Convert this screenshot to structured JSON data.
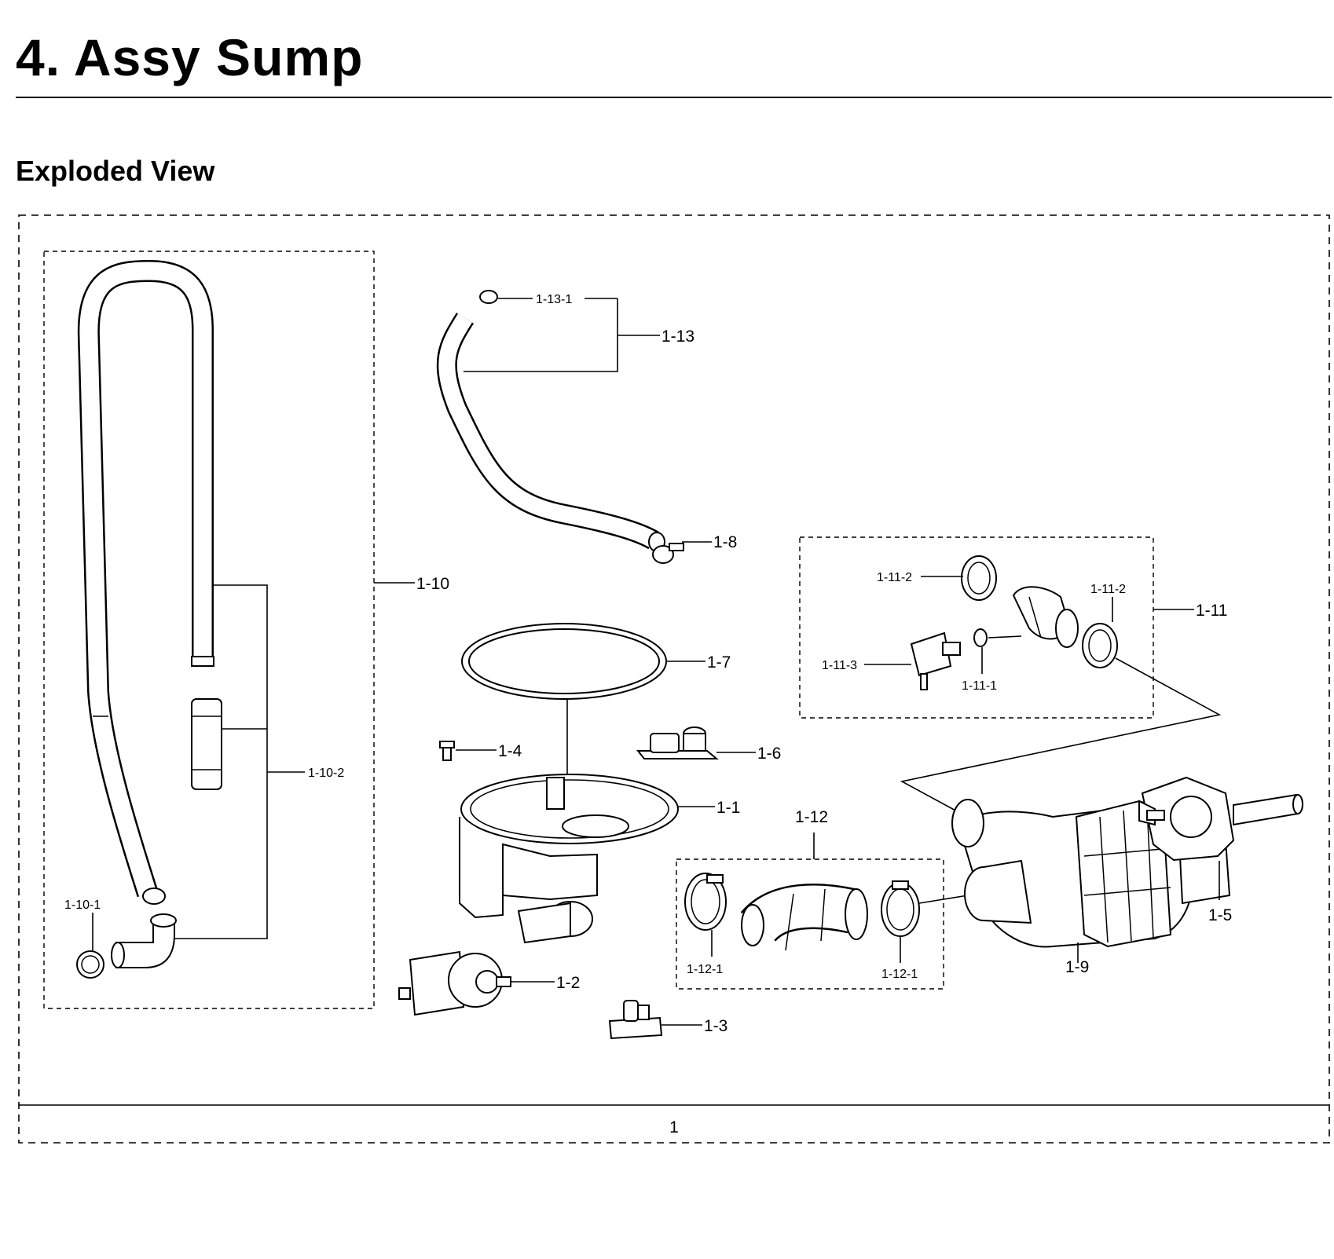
{
  "header": {
    "title": "4.  Assy Sump",
    "subtitle": "Exploded View"
  },
  "diagram": {
    "footer_label": "1",
    "labels": {
      "p1_1": "1-1",
      "p1_2": "1-2",
      "p1_3": "1-3",
      "p1_4": "1-4",
      "p1_5": "1-5",
      "p1_6": "1-6",
      "p1_7": "1-7",
      "p1_8": "1-8",
      "p1_9": "1-9",
      "p1_10": "1-10",
      "p1_10_1": "1-10-1",
      "p1_10_2": "1-10-2",
      "p1_11": "1-11",
      "p1_11_1": "1-11-1",
      "p1_11_2_left": "1-11-2",
      "p1_11_2_right": "1-11-2",
      "p1_11_3": "1-11-3",
      "p1_12": "1-12",
      "p1_12_1_left": "1-12-1",
      "p1_12_1_right": "1-12-1",
      "p1_13": "1-13",
      "p1_13_1": "1-13-1"
    }
  }
}
